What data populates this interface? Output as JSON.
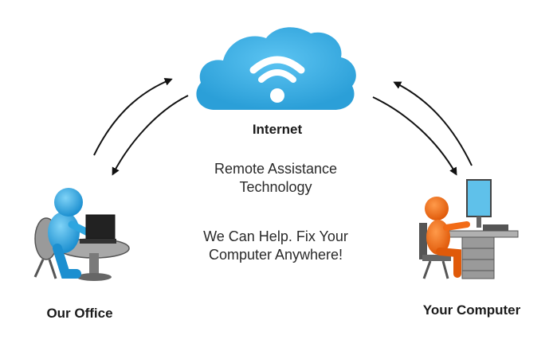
{
  "internet": {
    "label": "Internet",
    "icon": "cloud-wifi-icon",
    "color": "#3fb0e6"
  },
  "tagline": {
    "line1": "Remote Assistance",
    "line2": "Technology"
  },
  "promo": {
    "line1": "We Can Help. Fix Your",
    "line2": "Computer Anywhere!"
  },
  "office": {
    "label": "Our Office",
    "icon": "office-worker-icon",
    "color": "#2ea6e0"
  },
  "computer": {
    "label": "Your Computer",
    "icon": "home-user-icon",
    "color": "#f26a16"
  }
}
